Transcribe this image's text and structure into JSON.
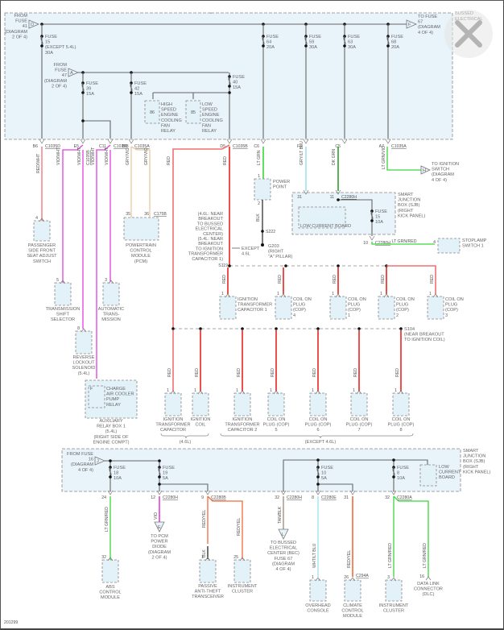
{
  "diagram": {
    "id": "201299",
    "watermark": "BUSSED ELECTRICAL CENTER (BEC) (LEFT FRONT OF ENGINE COMPT)",
    "colors": {
      "red": "#e8231f",
      "pink_red": "#f07070",
      "violet": "#e040e0",
      "tan": "#e8c9a3",
      "lt_green": "#3bd63b",
      "dk_green": "#2e9e2e",
      "lt_blue": "#9fe0f0",
      "orange": "#f06a3a",
      "brown": "#9a8a70",
      "black": "#222222",
      "zone_fill": "#e8f3fa"
    },
    "top": {
      "from_fuse_41": [
        "FROM",
        "FUSE",
        "41",
        "(DIAGRAM",
        "2 OF 4)"
      ],
      "flag_d": "D",
      "to_fuse_67": [
        "TO FUSE",
        "67",
        "(DIAGRAM",
        "4 OF 4)"
      ],
      "flag_f": "F",
      "from_fuse_47": [
        "FROM",
        "FUSE",
        "47",
        "(DIAGRAM",
        "2 OF 4)"
      ],
      "flag_a": "A",
      "fuses": [
        {
          "lines": [
            "FUSE",
            "15",
            "(EXCEPT 5.4L)",
            "30A"
          ]
        },
        {
          "lines": [
            "FUSE",
            "39",
            "15A"
          ]
        },
        {
          "lines": [
            "FUSE",
            "42",
            "15A"
          ]
        },
        {
          "lines": [
            "FUSE",
            "40",
            "15A"
          ]
        },
        {
          "lines": [
            "FUSE",
            "64",
            "20A"
          ]
        },
        {
          "lines": [
            "FUSE",
            "59",
            "30A"
          ]
        },
        {
          "lines": [
            "FUSE",
            "63",
            "30A"
          ]
        },
        {
          "lines": [
            "FUSE",
            "68",
            "20A"
          ]
        }
      ],
      "relays": [
        {
          "pin": "86",
          "lines": [
            "HIGH",
            "SPEED",
            "ENGINE",
            "COOLING",
            "FAN",
            "RELAY"
          ]
        },
        {
          "pin": "85",
          "lines": [
            "LOW",
            "SPEED",
            "ENGINE",
            "COOLING",
            "FAN",
            "RELAY"
          ]
        }
      ],
      "pins": [
        {
          "pin": "B6",
          "conn": "C1035D"
        },
        {
          "pin": "E5",
          "conn": ""
        },
        {
          "pin": "C11",
          "conn": "C1035B"
        },
        {
          "pin": "B6",
          "conn": "C1035A"
        },
        {
          "pin": "D5",
          "conn": "C1035B"
        },
        {
          "pin": "C6",
          "conn": ""
        },
        {
          "pin": "F8",
          "conn": ""
        },
        {
          "pin": "C5",
          "conn": ""
        },
        {
          "pin": "A7",
          "conn": "C1035A"
        }
      ]
    },
    "wires": {
      "red_wht": "RED/WHT",
      "vio_wht": "VIO/WHT",
      "gry_vio": "GRY/VIO",
      "red": "RED",
      "lt_grn": "LT GRN",
      "gry_lt_blu": "GRY/LT BLU",
      "dk_grn": "DK GRN",
      "lt_grn_vio": "LT GRN/VIO",
      "blk": "BLK",
      "lt_grn_red": "LT GRN/RED",
      "vio": "VIO",
      "red_yel": "RED/YEL",
      "blk2": "BLK",
      "tan_blk": "TAN/BLK",
      "wht_lt_blu": "WHT/LT BLU"
    },
    "components_mid": {
      "pass_seat": {
        "pin": "4",
        "lines": [
          "PASSENGER",
          "SIDE FRONT",
          "SEAT ADJUST",
          "SWITCH"
        ]
      },
      "pcm": {
        "pins": [
          "35",
          "36"
        ],
        "conn": "C175B",
        "lines": [
          "POWERTRAIN",
          "CONTROL",
          "MODULE",
          "(PCM)"
        ]
      },
      "trans_shift": {
        "pin": "5",
        "lines": [
          "TRANSMISSION",
          "SHIFT",
          "SELECTOR"
        ]
      },
      "auto_trans": {
        "pin": "3",
        "lines": [
          "AUTOMATIC",
          "TRANS-",
          "MISSION"
        ]
      },
      "reverse": {
        "pin": "8",
        "lines": [
          "REVERSE",
          "LOCKOUT",
          "SOLENOID",
          "(5.4L)"
        ]
      },
      "charge_air": {
        "pin": "F",
        "lines": [
          "CHARGE",
          "AIR COOLER",
          "PUMP",
          "RELAY"
        ]
      },
      "aux_relay_box": [
        "AUXILIARY",
        "RELAY BOX 1",
        "(5.4L)",
        "(RIGHT SIDE OF",
        "ENGINE COMPT)"
      ],
      "note_46": [
        "(4.6L: NEAR",
        "BREAKOUT",
        "TO BUSSED",
        "ELECTRICAL",
        "CENTER)",
        "(5.4L: NEAR",
        "BREAKOUT",
        "TO IGNITION",
        "TRANSFORMER",
        "CAPACITOR 1)"
      ],
      "except_46": [
        "EXCEPT",
        "4.6L"
      ],
      "s119": "S119",
      "power_point": {
        "pins": [
          "1",
          "2"
        ],
        "label": [
          "POWER",
          "POINT"
        ]
      },
      "s222": "S222",
      "g203": [
        "G203",
        "(RIGHT",
        "\"A\" PILLAR)"
      ],
      "to_ignition_switch": [
        "TO IGNITION",
        "SWITCH",
        "(DIAGRAM",
        "4 OF 4)"
      ],
      "flag_h": "H",
      "sjb": {
        "pins": [
          "31",
          "11"
        ],
        "conn": "C2280H",
        "label": [
          "SMART",
          "JUNCTION",
          "BOX (SJB)",
          "(RIGHT",
          "KICK PANEL)"
        ],
        "board": "LOW CURRENT BOARD",
        "fuse": [
          "FUSE",
          "15",
          "10A"
        ],
        "out_pin": "10",
        "out_conn": "C2280H"
      },
      "stoplamp": {
        "pin": "4",
        "lines": [
          "STOPLAMP",
          "SWITCH 1"
        ]
      }
    },
    "ignition_row1": [
      {
        "pin": "1",
        "lines": [
          "IGNITION",
          "TRANSFORMER",
          "CAPACITOR 1"
        ]
      },
      {
        "pin": "1",
        "lines": [
          "COIL ON",
          "PLUG",
          "(COP)",
          "4"
        ]
      },
      {
        "pin": "1",
        "lines": [
          "COIL ON",
          "PLUG",
          "(COP)",
          "1"
        ]
      },
      {
        "pin": "1",
        "lines": [
          "COIL ON",
          "PLUG",
          "(COP)",
          "2"
        ]
      },
      {
        "pin": "1",
        "lines": [
          "COIL ON",
          "PLUG",
          "(COP)",
          "3"
        ]
      }
    ],
    "s104": [
      "S104",
      "(NEAR BREAKOUT",
      "TO IGNITION COIL)"
    ],
    "ignition_row2": [
      {
        "pin": "1",
        "lines": [
          "IGNITION",
          "TRANSFORMER",
          "CAPACITOR"
        ]
      },
      {
        "pin": "1",
        "lines": [
          "IGNITION",
          "COIL"
        ]
      },
      {
        "pin": "1",
        "lines": [
          "IGNITION",
          "TRANSFORMER",
          "CAPACITOR 2"
        ]
      },
      {
        "pin": "1",
        "lines": [
          "COIL ON",
          "PLUG (COP)",
          "5"
        ]
      },
      {
        "pin": "1",
        "lines": [
          "COIL ON",
          "PLUG (COP)",
          "6"
        ]
      },
      {
        "pin": "1",
        "lines": [
          "COIL ON",
          "PLUG (COP)",
          "7"
        ]
      },
      {
        "pin": "1",
        "lines": [
          "COIL ON",
          "PLUG (COP)",
          "8"
        ]
      }
    ],
    "group_46": "(4.6L)",
    "group_except_46": "(EXCEPT 4.6L)",
    "bottom": {
      "from_fuse_16": [
        "FROM FUSE",
        "16",
        "(DIAGRAM",
        "4 OF 4)"
      ],
      "flag_j": "J",
      "fuses": [
        {
          "lines": [
            "FUSE",
            "18",
            "10A"
          ]
        },
        {
          "lines": [
            "FUSE",
            "19",
            "5A"
          ]
        },
        {
          "lines": [
            "FUSE",
            "10",
            "5A"
          ]
        },
        {
          "lines": [
            "FUSE",
            "8",
            "10A"
          ]
        }
      ],
      "sjb": [
        "SMART",
        "JUNCTION",
        "BOX (SJB)",
        "(RIGHT",
        "KICK PANEL)"
      ],
      "low_current": [
        "LOW",
        "CURRENT",
        "BOARD"
      ],
      "pins": [
        {
          "pin": "24",
          "conn": ""
        },
        {
          "pin": "12",
          "conn": "C2280H"
        },
        {
          "pin": "9",
          "conn": "C2280B"
        },
        {
          "pin": "32",
          "conn": "C2280H"
        },
        {
          "pin": "8",
          "conn": "C2280E"
        },
        {
          "pin": "31",
          "conn": ""
        },
        {
          "pin": "32",
          "conn": "C2280A"
        }
      ],
      "abs": {
        "pin": "32",
        "lines": [
          "ABS",
          "CONTROL",
          "MODULE"
        ]
      },
      "to_pcm": {
        "flag": "E",
        "lines": [
          "TO PCM",
          "POWER",
          "DIODE",
          "(DIAGRAM",
          "2 OF 4)"
        ]
      },
      "pats": {
        "pin": "1",
        "lines": [
          "PASSIVE",
          "ANTI-THEFT",
          "TRANSCEIVER"
        ]
      },
      "cluster1": {
        "pin": "25",
        "lines": [
          "INSTRUMENT",
          "CLUSTER"
        ]
      },
      "to_bec": {
        "flag": "L",
        "lines": [
          "TO BUSSED",
          "ELECTRICAL",
          "CENTER (BEC)",
          "FUSE 67",
          "(DIAGRAM",
          "4 OF 4)"
        ]
      },
      "overhead": {
        "pin": "1",
        "lines": [
          "OVERHEAD",
          "CONSOLE"
        ]
      },
      "climate": {
        "pin": "26",
        "conn": "C294A",
        "lines": [
          "CLIMATE",
          "CONTROL",
          "MODULE"
        ]
      },
      "cluster2": {
        "pin": "3",
        "lines": [
          "INSTRUMENT",
          "CLUSTER"
        ]
      },
      "dlc": {
        "pin": "16",
        "lines": [
          "DATA LINK",
          "CONNECTOR",
          "(DLC)"
        ]
      }
    }
  }
}
